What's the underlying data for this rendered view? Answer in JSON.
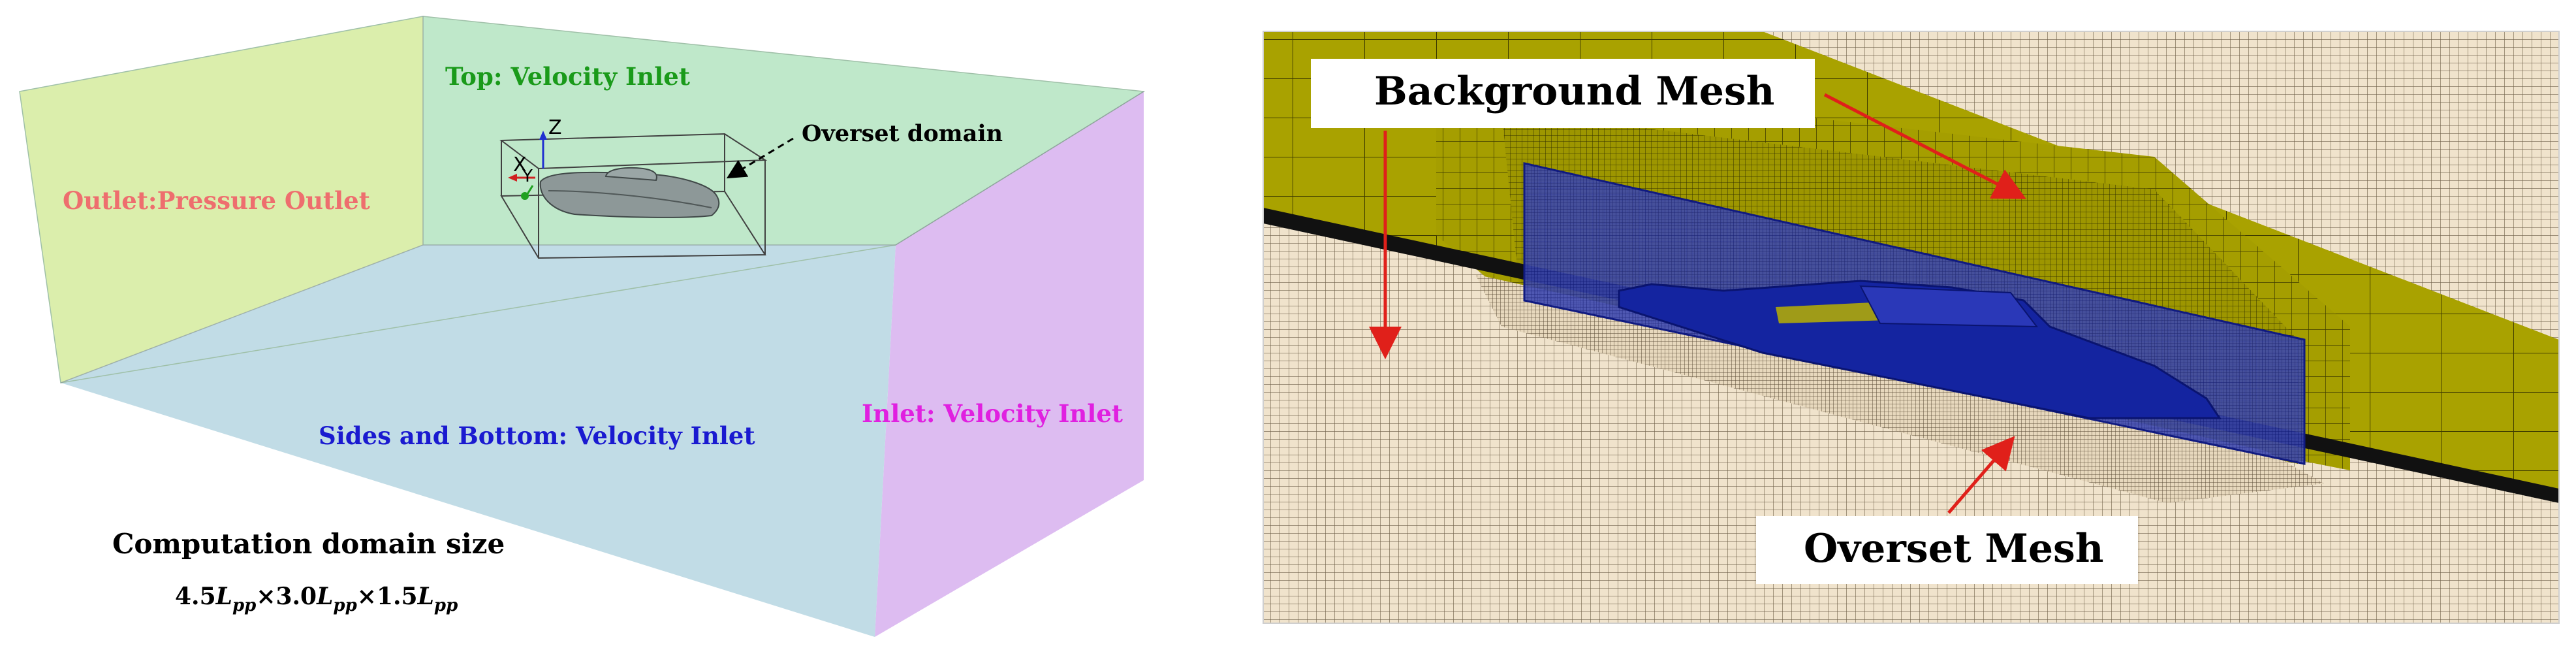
{
  "left_panel": {
    "labels": {
      "top": "Top: Velocity Inlet",
      "outlet": "Outlet:Pressure Outlet",
      "inlet": "Inlet: Velocity Inlet",
      "sides": "Sides and Bottom: Velocity Inlet",
      "overset": "Overset domain",
      "size_title": "Computation domain size"
    },
    "size_formula": {
      "p1": "4.5",
      "L": "L",
      "sub": "pp",
      "p2": "×3.0",
      "p3": "×1.5"
    },
    "axes": {
      "z": "Z",
      "x": "X",
      "y": "Y"
    },
    "colors": {
      "top_face": "#b8e6c4",
      "left_face": "#d5eb9e",
      "right_face": "#d9b5ef",
      "bottom_face": "#bcd9e4",
      "top_text": "#1a9a1a",
      "outlet_text": "#ee6e6e",
      "inlet_text": "#e020e0",
      "sides_text": "#1a1ad0"
    }
  },
  "right_panel": {
    "labels": {
      "background": "Background Mesh",
      "overset": "Overset Mesh"
    },
    "colors": {
      "yellow_mesh": "#a6a000",
      "beige_mesh": "#efe2cc",
      "blue_mesh": "#1a2aa8",
      "arrow": "#e0201a"
    }
  }
}
